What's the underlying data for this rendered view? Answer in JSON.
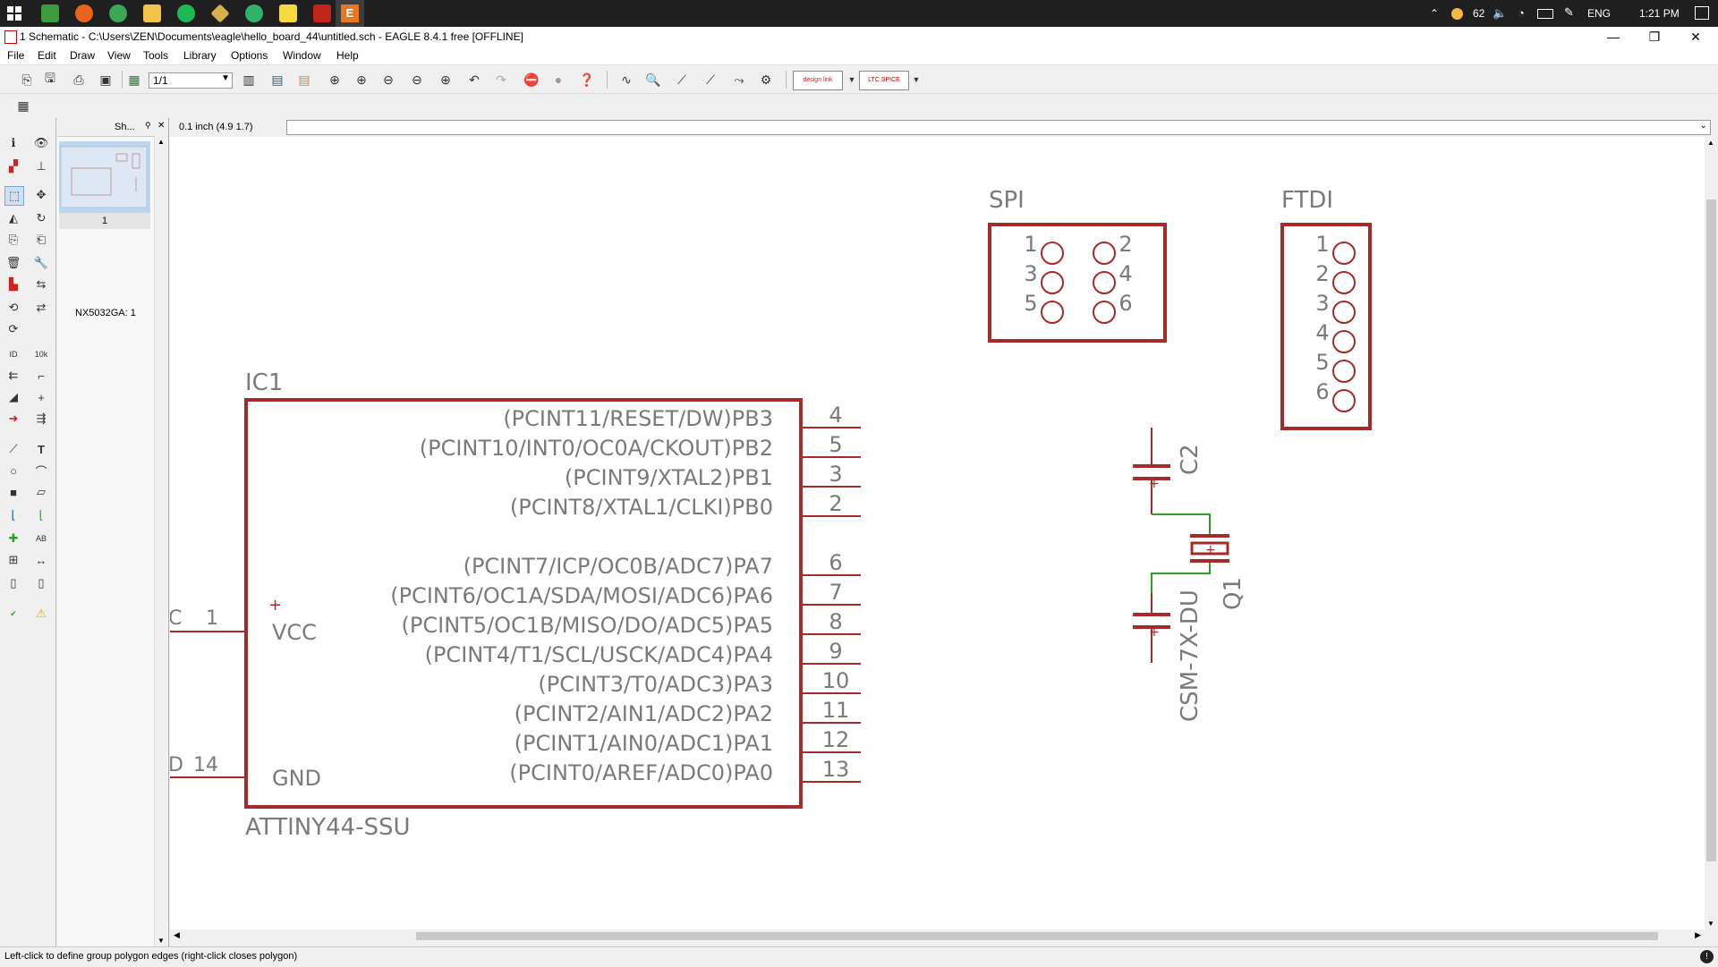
{
  "taskbar": {
    "battery_percent": "62",
    "language": "ENG",
    "time": "1:21 PM"
  },
  "window": {
    "title": "1 Schematic - C:\\Users\\ZEN\\Documents\\eagle\\hello_board_44\\untitled.sch - EAGLE 8.4.1 free [OFFLINE]",
    "minimize": "—",
    "restore": "❐",
    "close": "✕"
  },
  "menu": {
    "items": [
      "File",
      "Edit",
      "Draw",
      "View",
      "Tools",
      "Library",
      "Options",
      "Window",
      "Help"
    ]
  },
  "toolbar": {
    "sheet_select": "1/1",
    "design_link": "design link",
    "ltspice": "LTC SPICE"
  },
  "sheets_panel": {
    "header": "Sh...",
    "sheet_number": "1",
    "part_info": "NX5032GA: 1"
  },
  "coord_readout": "0.1 inch (4.9 1.7)",
  "schematic": {
    "ic1": {
      "name": "IC1",
      "value": "ATTINY44-SSU",
      "vcc_label": "VCC",
      "vcc_pin": "1",
      "gnd_label": "GND",
      "gnd_pin": "14",
      "left_cut_1": "C",
      "left_cut_2": "D",
      "pins": [
        {
          "label": "(PCINT11/RESET/DW)PB3",
          "num": "4"
        },
        {
          "label": "(PCINT10/INT0/OC0A/CKOUT)PB2",
          "num": "5"
        },
        {
          "label": "(PCINT9/XTAL2)PB1",
          "num": "3"
        },
        {
          "label": "(PCINT8/XTAL1/CLKI)PB0",
          "num": "2"
        },
        {
          "label": "(PCINT7/ICP/OC0B/ADC7)PA7",
          "num": "6"
        },
        {
          "label": "(PCINT6/OC1A/SDA/MOSI/ADC6)PA6",
          "num": "7"
        },
        {
          "label": "(PCINT5/OC1B/MISO/DO/ADC5)PA5",
          "num": "8"
        },
        {
          "label": "(PCINT4/T1/SCL/USCK/ADC4)PA4",
          "num": "9"
        },
        {
          "label": "(PCINT3/T0/ADC3)PA3",
          "num": "10"
        },
        {
          "label": "(PCINT2/AIN1/ADC2)PA2",
          "num": "11"
        },
        {
          "label": "(PCINT1/AIN0/ADC1)PA1",
          "num": "12"
        },
        {
          "label": "(PCINT0/AREF/ADC0)PA0",
          "num": "13"
        }
      ]
    },
    "spi": {
      "name": "SPI",
      "pins_left": [
        "1",
        "3",
        "5"
      ],
      "pins_right": [
        "2",
        "4",
        "6"
      ]
    },
    "ftdi": {
      "name": "FTDI",
      "pins": [
        "1",
        "2",
        "3",
        "4",
        "5",
        "6"
      ]
    },
    "c2": {
      "name": "C2"
    },
    "q1": {
      "name": "Q1",
      "value": "CSM-7X-DU"
    }
  },
  "status": {
    "message": "Left-click to define group polygon edges (right-click closes polygon)"
  },
  "colors": {
    "schematic_red": "#a52a2a",
    "net_green": "#2e9e2e",
    "text_gray": "#7a7a7a"
  }
}
